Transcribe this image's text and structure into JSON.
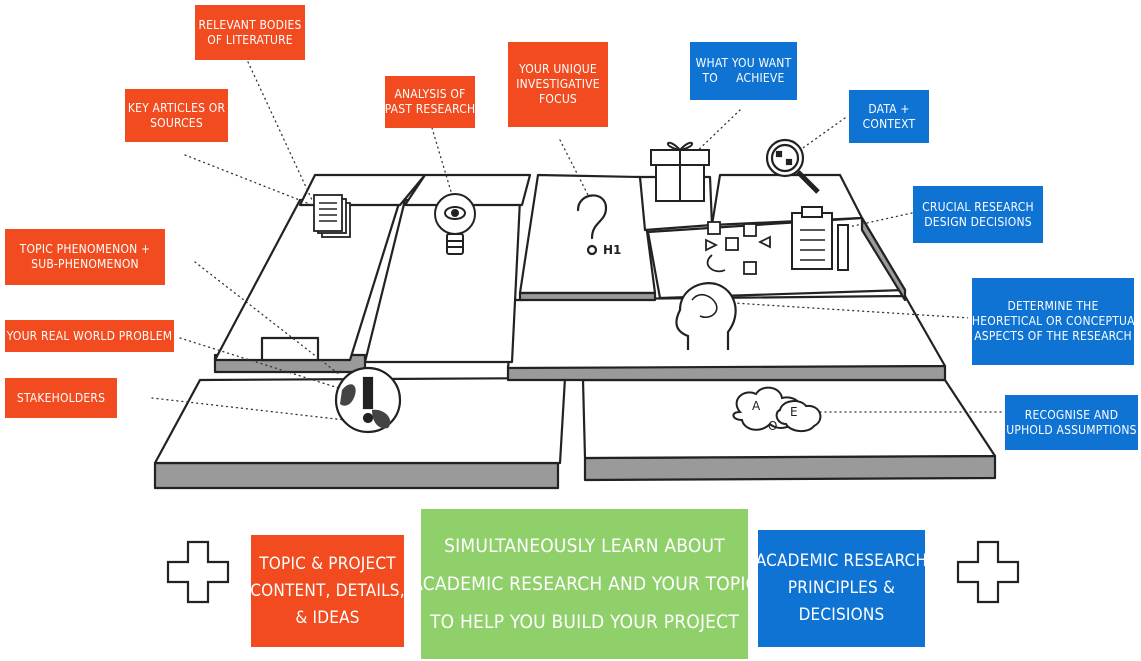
{
  "labels": {
    "relevant_bodies": [
      "Relevant bodies",
      "of literature"
    ],
    "key_articles": [
      "Key articles or",
      "sources"
    ],
    "analysis_past": [
      "Analysis of",
      "past research"
    ],
    "unique_focus": [
      "Your unique",
      "investigative",
      "focus"
    ],
    "what_achieve": [
      "What you want",
      "to     achieve"
    ],
    "data_context": [
      "Data +",
      "context"
    ],
    "design_decisions": [
      "crucial Research",
      "Design decisions"
    ],
    "topic_phenomenon": [
      "Topic phenomenon +",
      "sub-phenomenon"
    ],
    "real_world_problem": [
      "Your real world problem"
    ],
    "stakeholders": [
      "Stakeholders"
    ],
    "theoretical": [
      "Determine the",
      "theoretical or conceptual",
      "aspects of the research"
    ],
    "assumptions": [
      "recognise and",
      "uphold assumptions"
    ]
  },
  "bottom": {
    "left_box": [
      "Topic & Project",
      "content, details,",
      "& ideas"
    ],
    "center_box": [
      "Simultaneously learn about",
      "academic research and your topic",
      "to help you build your project"
    ],
    "right_box": [
      "Academic Research",
      "principles &",
      "decisions"
    ]
  },
  "icons": [
    "documents-icon",
    "lightbulb-icon",
    "question-h1-icon",
    "gift-icon",
    "magnifier-icon",
    "flow-icon",
    "clipboard-icon",
    "head-brain-icon",
    "globe-problem-icon",
    "assumption-clouds-icon",
    "plus-left-icon",
    "plus-right-icon"
  ],
  "icon_text": {
    "h1": "H1",
    "a": "A",
    "e": "E",
    "o": "O"
  },
  "colors": {
    "orange": "#f24b1f",
    "blue": "#0f73d4",
    "green": "#8fd06a"
  }
}
